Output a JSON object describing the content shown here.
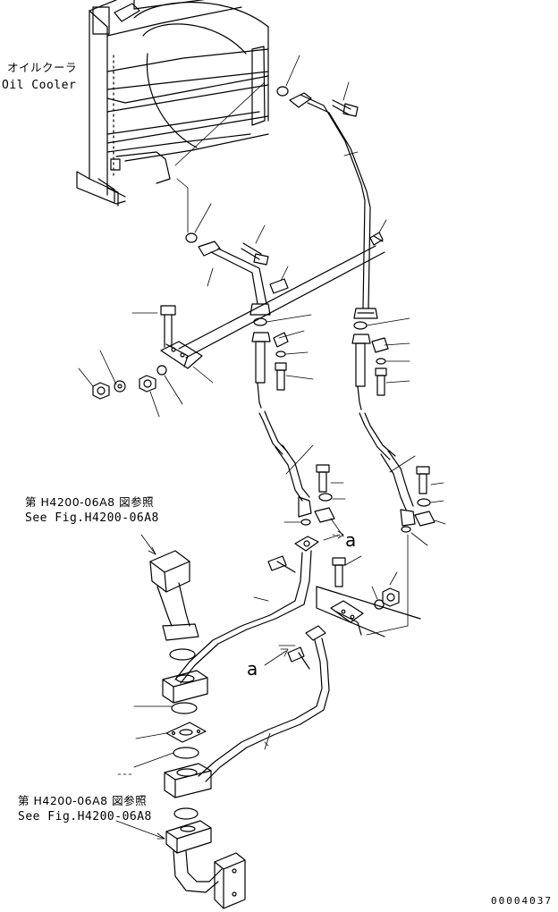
{
  "labels": {
    "oil_cooler_jp": "オイルクーラ",
    "oil_cooler_en": "Oil Cooler",
    "ref1_jp": "第 H4200-06A8 図参照",
    "ref1_en": "See Fig.H4200-06A8",
    "ref2_jp": "第 H4200-06A8 図参照",
    "ref2_en": "See Fig.H4200-06A8",
    "mark_a_upper": "a",
    "mark_a_lower": "a"
  },
  "drawing_number": "00004037"
}
